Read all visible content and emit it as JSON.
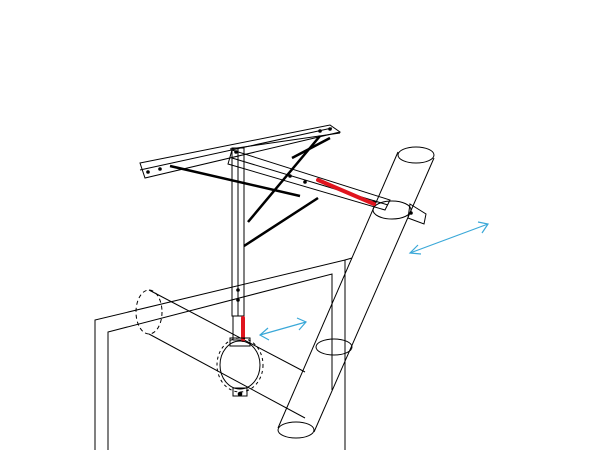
{
  "diagram": {
    "description_hidden": "",
    "colors": {
      "outline": "#000000",
      "highlight": "#e0141e",
      "arrow": "#3aa8d8",
      "background": "#ffffff"
    },
    "arrows": [
      {
        "name": "upper-double-arrow",
        "direction": "bidirectional"
      },
      {
        "name": "lower-double-arrow",
        "direction": "bidirectional"
      }
    ]
  }
}
